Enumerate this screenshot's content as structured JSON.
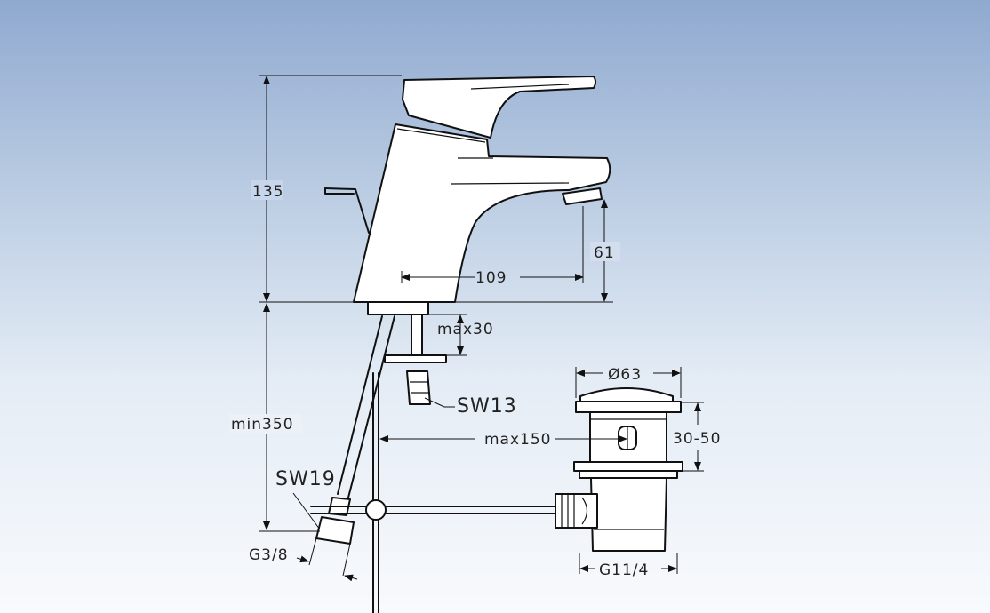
{
  "dimensions": {
    "height_total": "135",
    "spout_height": "61",
    "spout_reach": "109",
    "max_deck": "max30",
    "min_length": "min350",
    "max_length": "max150",
    "drain_diameter": "Ø63",
    "drain_range": "30-50",
    "drain_thread": "G11/4",
    "hose_thread": "G3/8"
  },
  "wrench_sizes": {
    "nut_small": "SW13",
    "nut_large": "SW19"
  }
}
